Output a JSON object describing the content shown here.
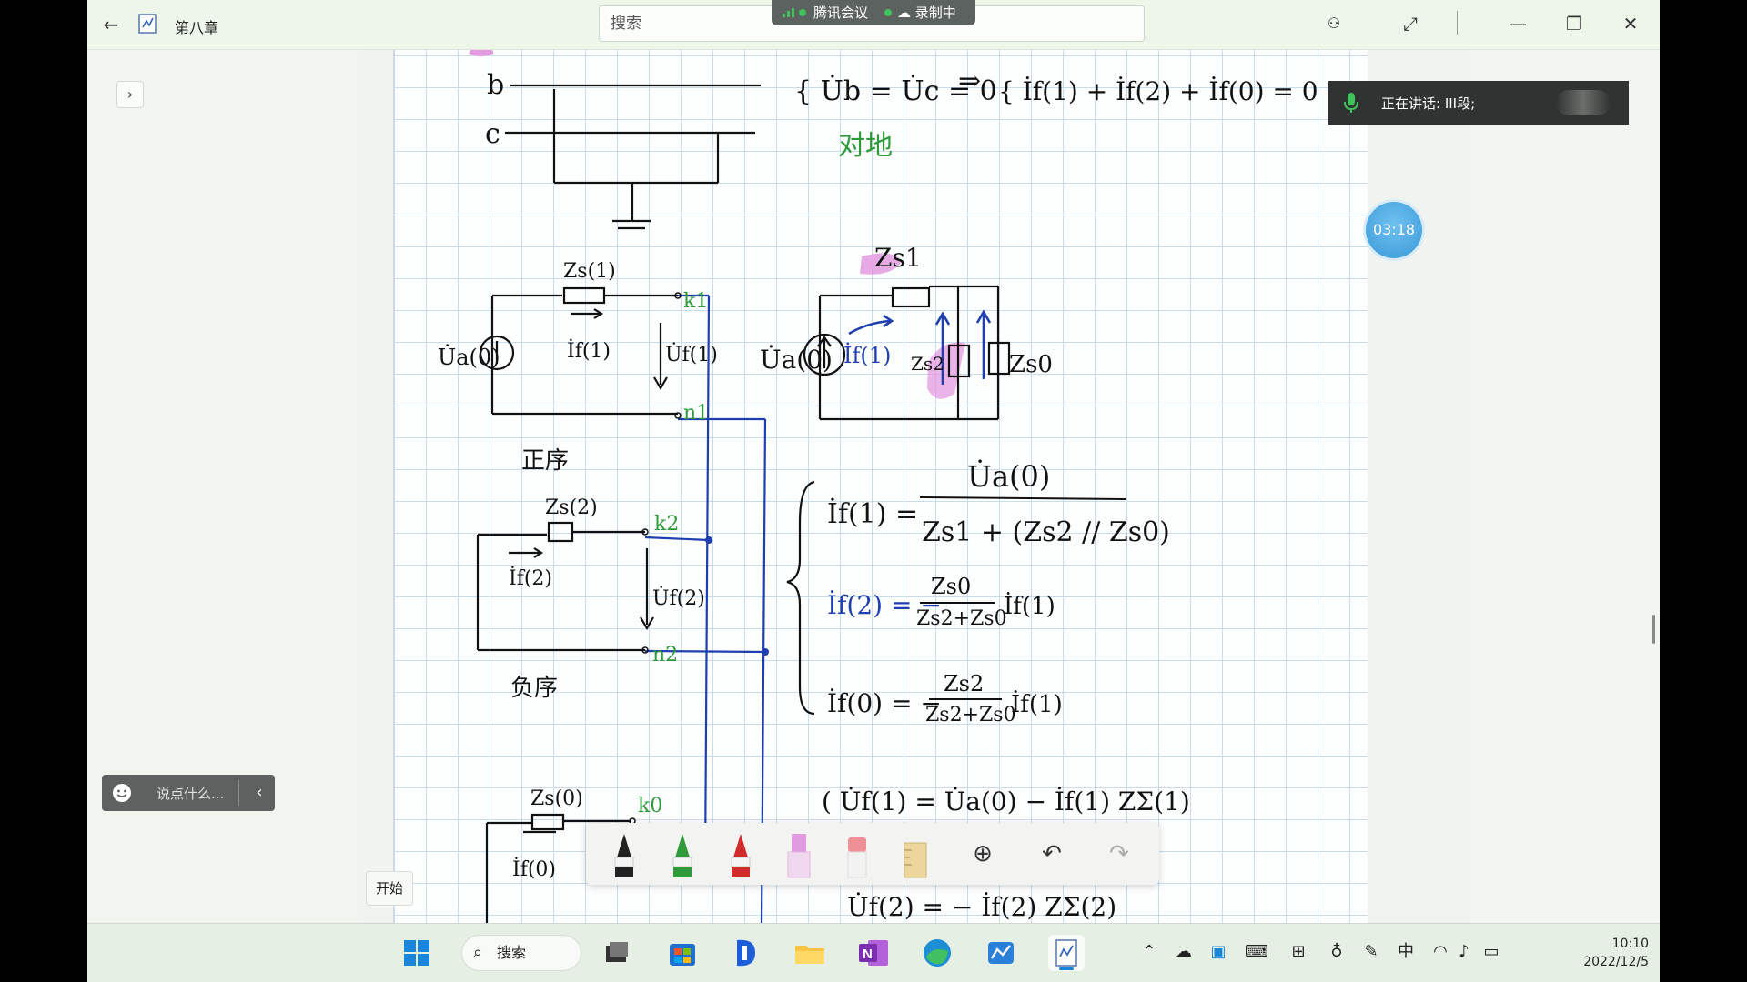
{
  "titlebar": {
    "back_label": "←",
    "title": "第八章",
    "search_placeholder": "搜索",
    "meeting_name": "腾讯会议",
    "recording_label": "录制中",
    "minimize": "—",
    "restore": "❐",
    "close": "✕",
    "fullscreen": "⤢"
  },
  "leftpanel": {
    "expand_label": "›",
    "chat_placeholder": "说点什么...",
    "chat_collapse": "‹"
  },
  "start_button": "开始",
  "speaking": {
    "text": "正在讲话: III段;"
  },
  "timer": "03:18",
  "notes": {
    "top_left_b": "b",
    "top_left_c": "c",
    "top_eq1": "{ U̇b = U̇c = 0",
    "top_arrow": "⇒",
    "top_eq2": "{ İf(1) + İf(2) + İf(0) = 0",
    "to_ground": "对地",
    "zs1_label": "Zs(1)",
    "k1": "k1",
    "n1": "n1",
    "ua0_left": "U̇a(0)",
    "if1_left": "İf(1)",
    "uf1": "U̇f(1)",
    "positive_seq": "正序",
    "zs2_label": "Zs(2)",
    "k2": "k2",
    "n2": "n2",
    "if2_left": "İf(2)",
    "uf2": "U̇f(2)",
    "negative_seq": "负序",
    "zs0_label": "Zs(0)",
    "k0": "k0",
    "if0_left": "İf(0)",
    "right_zs1": "Zs1",
    "right_ua0": "U̇a(0)",
    "right_if1": "İf(1)",
    "right_zs2": "Zs2",
    "right_zs0": "Zs0",
    "eq_if1_lhs": "İf(1) =",
    "eq_if1_num": "U̇a(0)",
    "eq_if1_den": "Zs1 + (Zs2 // Zs0)",
    "eq_if2_lhs": "İf(2) = −",
    "eq_if2_num": "Zs0",
    "eq_if2_den": "Zs2+Zs0",
    "eq_if2_tail": "İf(1)",
    "eq_if0_lhs": "İf(0) = −",
    "eq_if0_num": "Zs2",
    "eq_if0_den": "Zs2+Zs0",
    "eq_if0_tail": "İf(1)",
    "eq_uf1": "( U̇f(1) = U̇a(0) − İf(1) ZΣ(1)",
    "eq_uf2": "U̇f(2) = − İf(2) ZΣ(2)"
  },
  "taskbar": {
    "search_label": "搜索",
    "tray_ime": "中",
    "time": "10:10",
    "date": "2022/12/5"
  },
  "colors": {
    "ink_black": "#111111",
    "ink_blue": "#1f3fb0",
    "ink_green": "#2f9a3a",
    "highlight_pink": "#e39be0",
    "grid": "#c9dcee"
  }
}
